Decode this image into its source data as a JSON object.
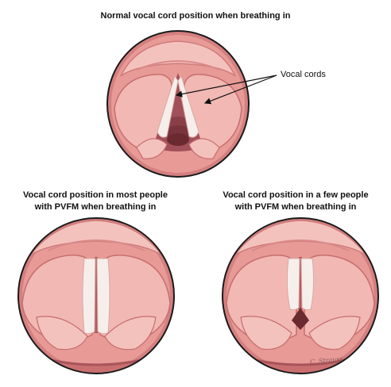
{
  "titles": {
    "normal": "Normal vocal cord position when breathing in",
    "most_line1": "Vocal cord position in most people",
    "most_line2": "with PVFM when breathing in",
    "few_line1": "Vocal cord position in a few people",
    "few_line2": "with PVFM when breathing in"
  },
  "callout": {
    "label": "Vocal cords"
  },
  "signature": {
    "text": "C. Strauss"
  },
  "colors": {
    "tissue_outer": "#e79a96",
    "tissue_mid": "#f2b8b3",
    "tissue_light": "#f8d3cd",
    "folds_deep": "#c96f70",
    "cords": "#f6eeea",
    "airway": "#9e4a4f",
    "airway_deep": "#6b2a30",
    "border": "#1a1a1a"
  }
}
